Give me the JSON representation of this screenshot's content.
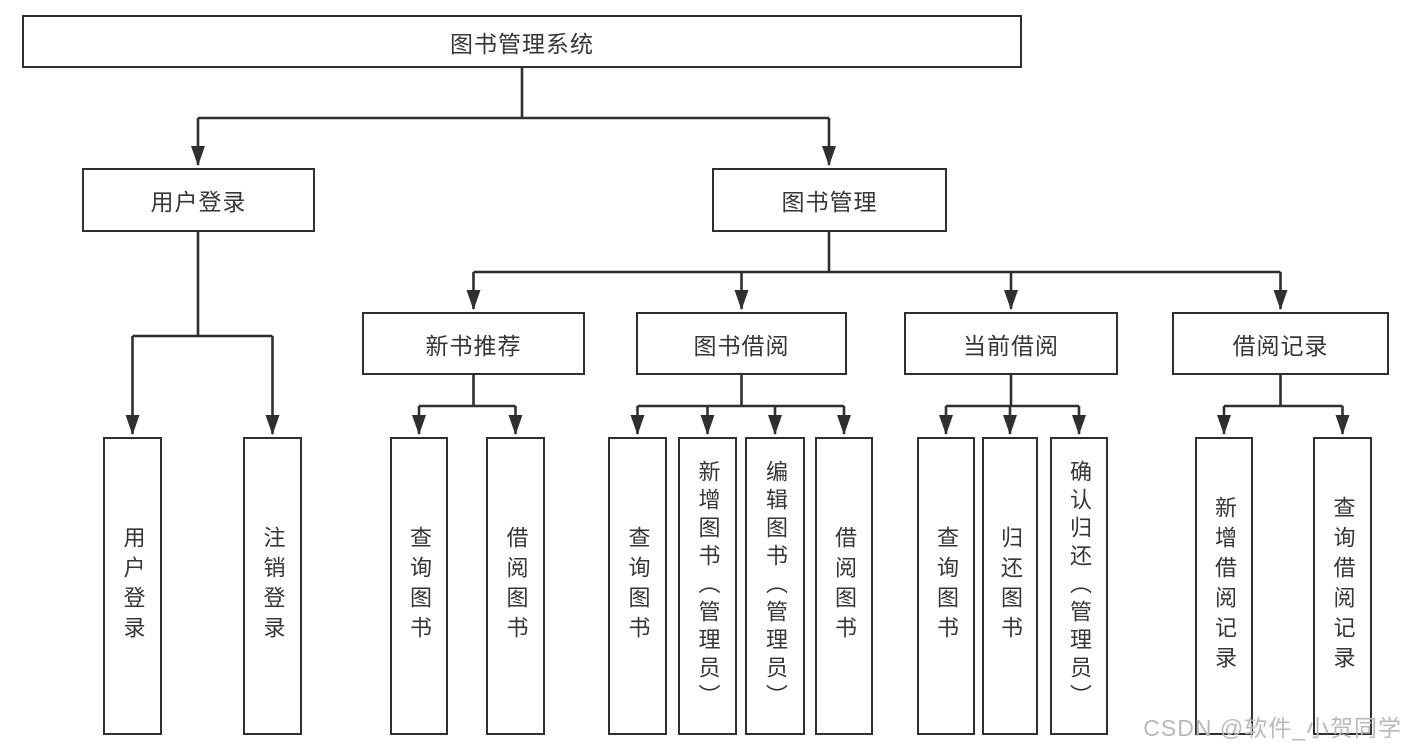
{
  "theme": {
    "line_color": "#2f2f2f",
    "text_color": "#363636",
    "box_bg": "#ffffff",
    "watermark_color": "#b9b9b9"
  },
  "tree": {
    "root": {
      "label": "图书管理系统"
    },
    "branches": [
      {
        "label": "用户登录",
        "leaves": [
          {
            "label": "用户登录"
          },
          {
            "label": "注销登录"
          }
        ]
      },
      {
        "label": "图书管理",
        "groups": [
          {
            "label": "新书推荐",
            "leaves": [
              {
                "label": "查询图书"
              },
              {
                "label": "借阅图书"
              }
            ]
          },
          {
            "label": "图书借阅",
            "leaves": [
              {
                "label": "查询图书"
              },
              {
                "label": "新增图书（管理员）"
              },
              {
                "label": "编辑图书（管理员）"
              },
              {
                "label": "借阅图书"
              }
            ]
          },
          {
            "label": "当前借阅",
            "leaves": [
              {
                "label": "查询图书"
              },
              {
                "label": "归还图书"
              },
              {
                "label": "确认归还（管理员）"
              }
            ]
          },
          {
            "label": "借阅记录",
            "leaves": [
              {
                "label": "新增借阅记录"
              },
              {
                "label": "查询借阅记录"
              }
            ]
          }
        ]
      }
    ]
  },
  "watermark": {
    "text": "CSDN @软件_小贺同学"
  }
}
